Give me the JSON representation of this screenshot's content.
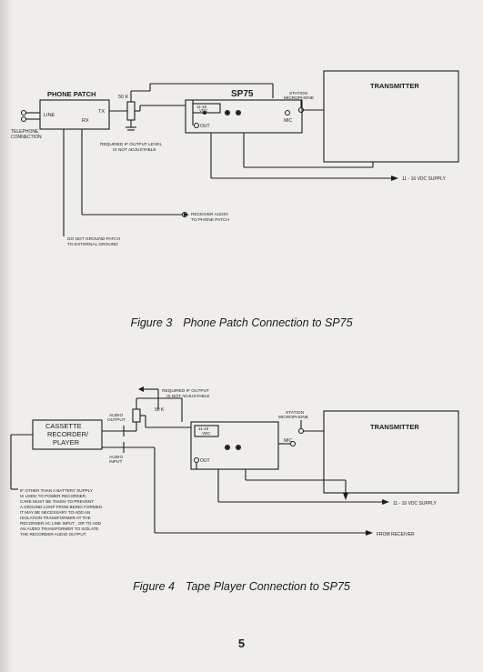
{
  "figure3": {
    "caption_label": "Figure 3",
    "caption_text": "Phone Patch Connection to SP75",
    "phone_patch_title": "PHONE PATCH",
    "line_label": "LINE",
    "tx_label": "TX",
    "rx_label": "RX",
    "telephone_connection": [
      "TELEPHONE",
      "CONNECTION"
    ],
    "pot_value": "50 K",
    "required_note": [
      "REQUIRED IF OUTPUT LEVEL",
      "IS NOT ADJUSTABLE"
    ],
    "sp75_title": "SP75",
    "vdc_label": [
      "11-16",
      "VDC"
    ],
    "out_label": "OUT",
    "mic_label": "MIC",
    "station_mic": [
      "STATION",
      "MICROPHONE"
    ],
    "transmitter": "TRANSMITTER",
    "supply": "11 - 16 VDC SUPPLY",
    "receiver_audio": [
      "RECEIVER AUDIO",
      "TO PHONE PATCH"
    ],
    "ground_note": [
      "DO NOT GROUND PATCH",
      "TO EXTERNAL GROUND"
    ]
  },
  "figure4": {
    "caption_label": "Figure 4",
    "caption_text": "Tape Player Connection to SP75",
    "required_note": [
      "REQUIRED IF OUTPUT",
      "IS NOT ADJUSTABLE"
    ],
    "pot_value": "50 K",
    "recorder": [
      "CASSETTE",
      "RECORDER/",
      "PLAYER"
    ],
    "audio_output": [
      "AUDIO",
      "OUTPUT"
    ],
    "audio_input": [
      "AUDIO",
      "INPUT"
    ],
    "vdc_label": [
      "11-16",
      "VDC"
    ],
    "out_label": "OUT",
    "mic_label": "MIC",
    "station_mic": [
      "STATION",
      "MICROPHONE"
    ],
    "transmitter": "TRANSMITTER",
    "supply": "11 - 16 VDC SUPPLY",
    "from_receiver": "FROM RECEIVER",
    "battery_note": [
      "IF OTHER THAN A BATTERY SUPPLY",
      "IS USED TO POWER RECORDER,",
      "CARE MUST BE TAKEN TO PREVENT",
      "A GROUND LOOP FROM BEING FORMED.",
      "IT MAY BE NECESSARY TO ADD AN",
      "ISOLATION TRANSFORMER AT THE",
      "RECORDER AC LINE INPUT , OR TO ADD",
      "AN AUDIO TRANSFORMER TO ISOLATE",
      "THE RECORDER AUDIO OUTPUT."
    ]
  },
  "page_number": "5"
}
